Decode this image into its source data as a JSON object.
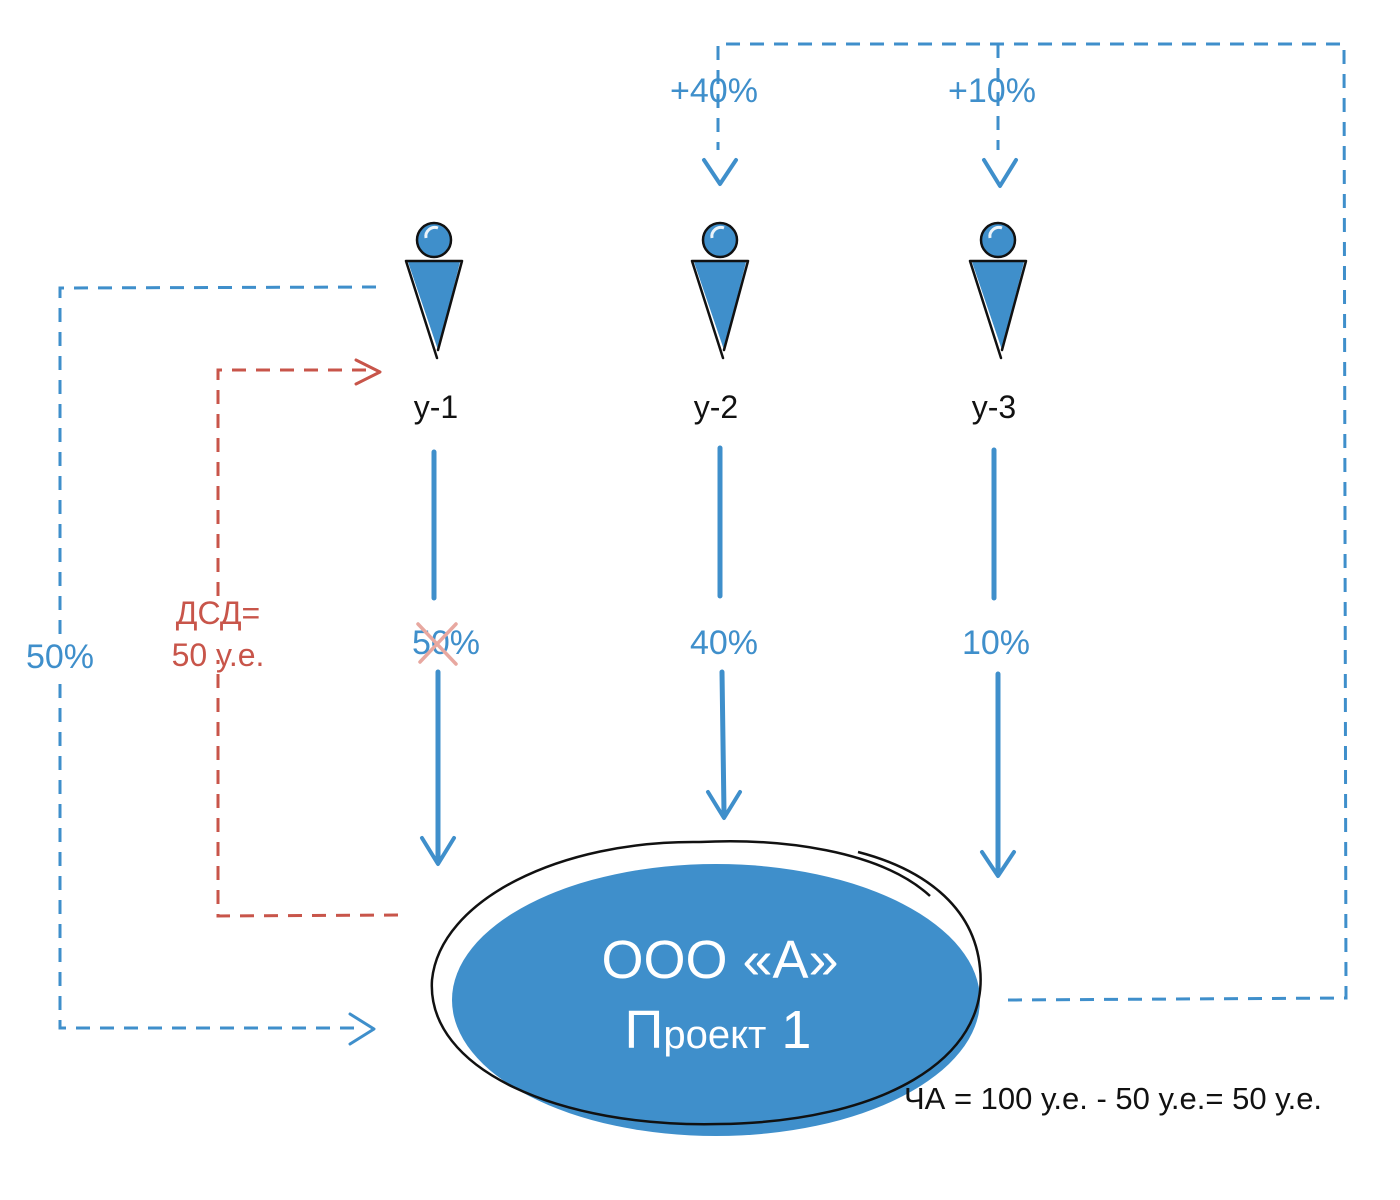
{
  "colors": {
    "blue": "#3f8fcb",
    "red": "#c8554a",
    "ink": "#111111",
    "ellipse_text": "#ffffff"
  },
  "participants": [
    {
      "label": "у-1",
      "share": "50%"
    },
    {
      "label": "у-2",
      "share": "40%"
    },
    {
      "label": "у-3",
      "share": "10%"
    }
  ],
  "redistribution": {
    "to_u2": "+40%",
    "to_u3": "+10%"
  },
  "exit_share": "50%",
  "payout": {
    "line1": "ДСД=",
    "line2": "50 у.е."
  },
  "company": {
    "name": "ООО «А»",
    "project_initial": "П",
    "project_rest": "роект",
    "project_number": "1"
  },
  "net_assets": "ЧА = 100 у.е. - 50 у.е.= 50 у.е.",
  "icons": {
    "person": "person-icon",
    "cross": "cross-out-icon"
  }
}
